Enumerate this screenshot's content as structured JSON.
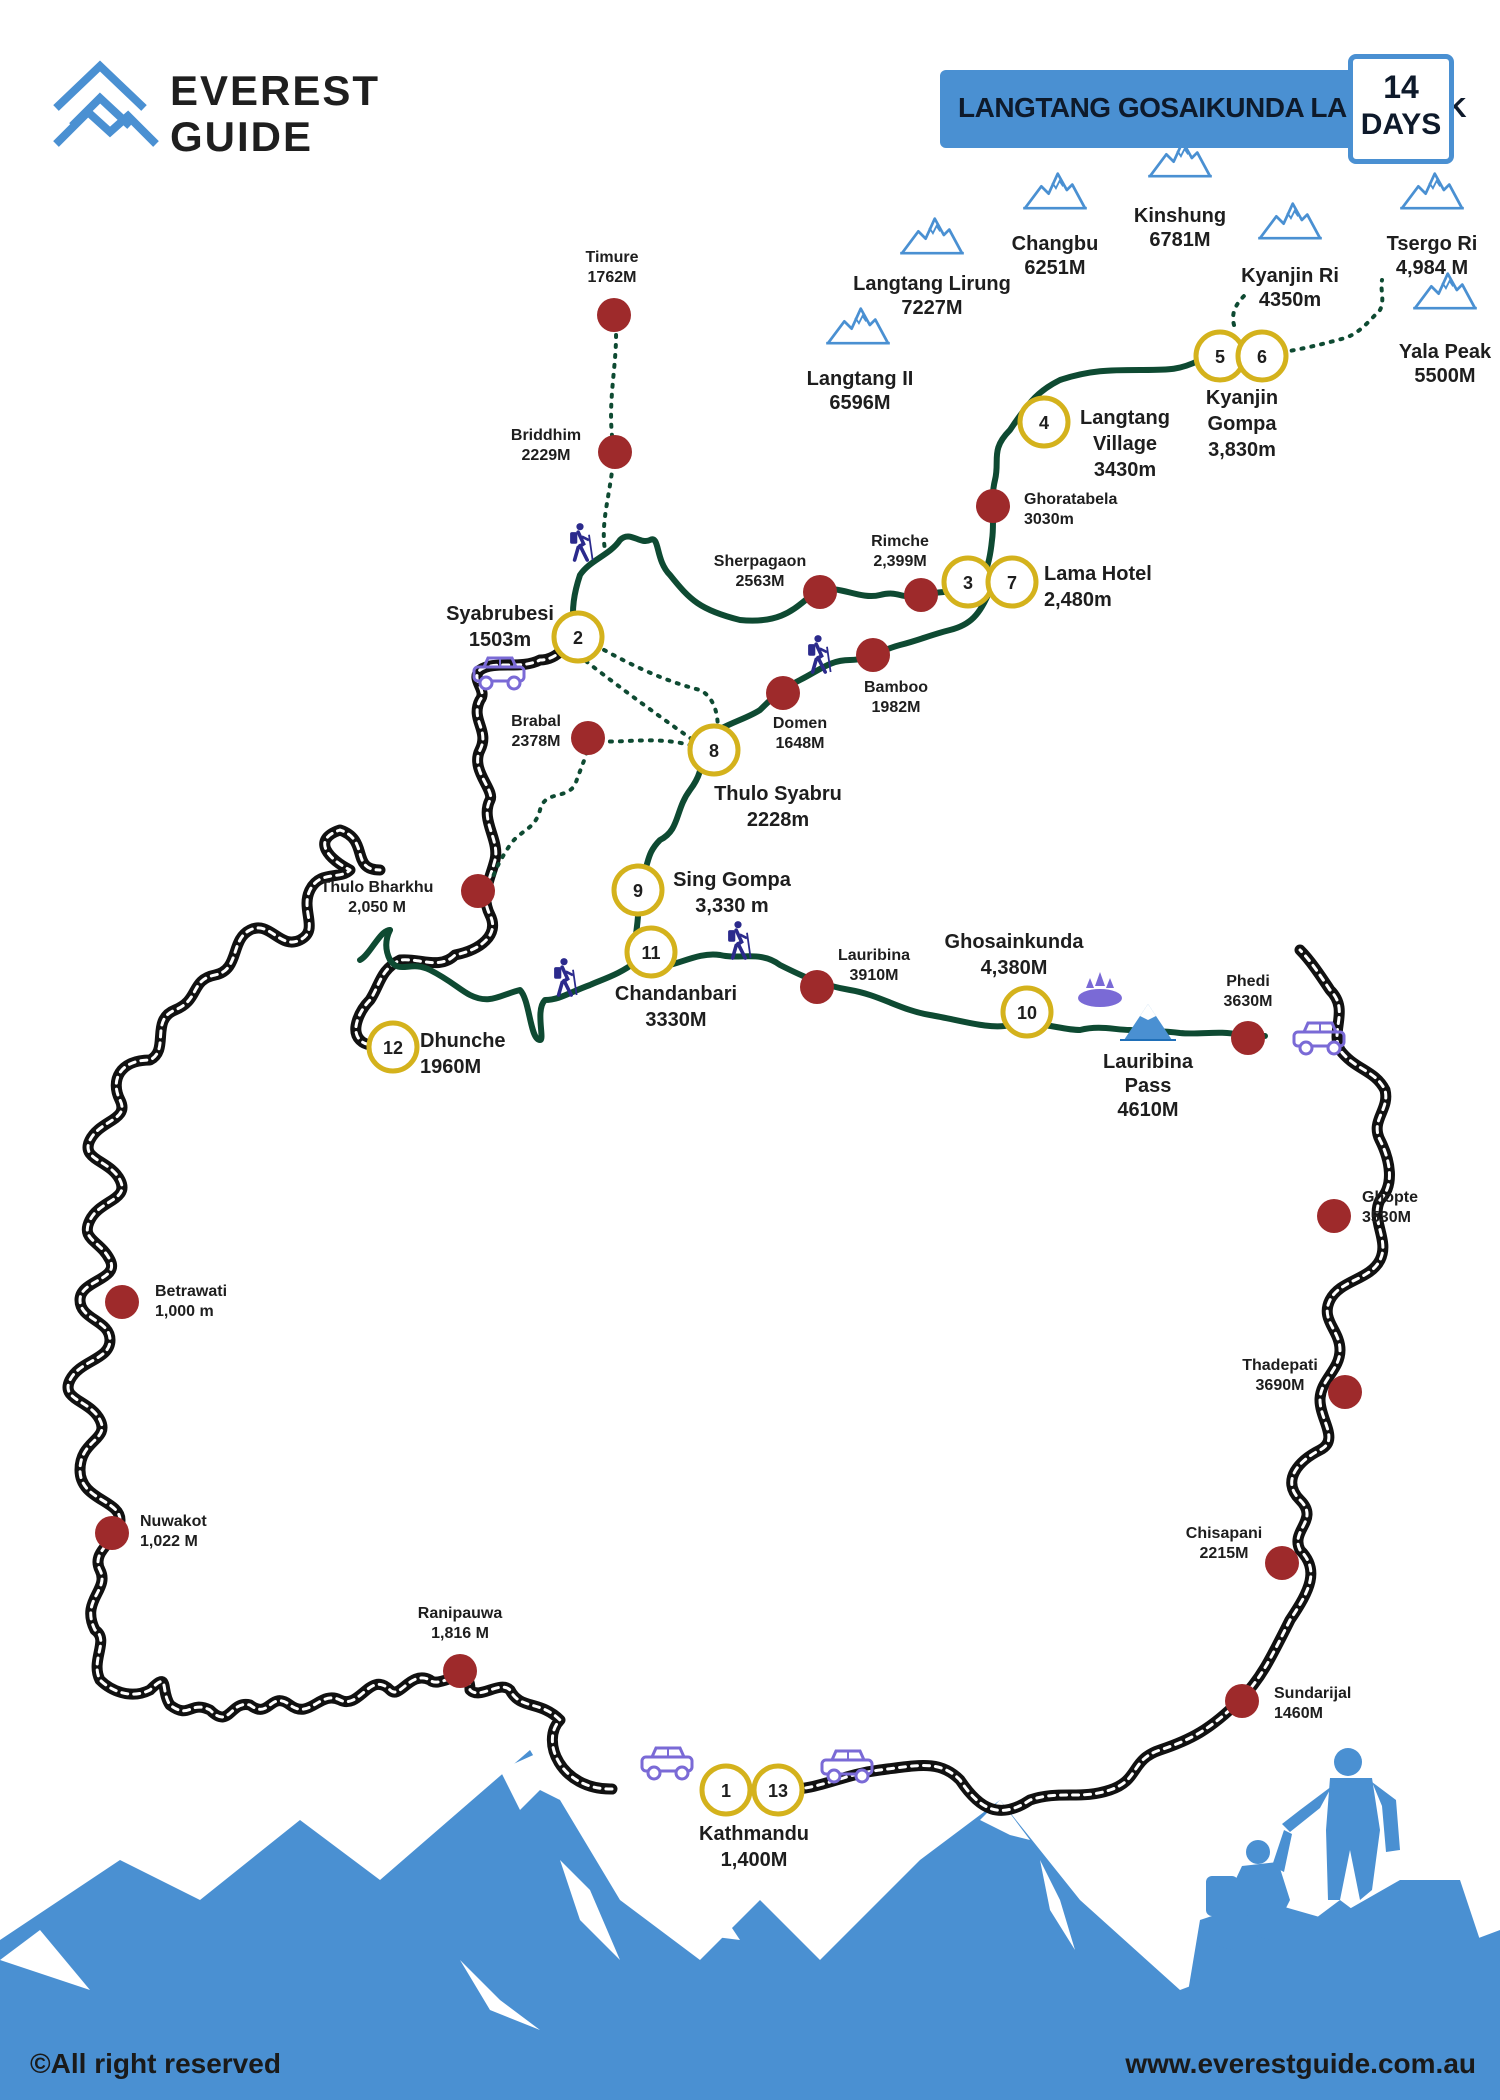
{
  "brand": {
    "line1": "EVEREST",
    "line2": "GUIDE"
  },
  "title": {
    "trek_name": "LANGTANG GOSAIKUNDA LAKE TREK",
    "days_number": "14",
    "days_label": "DAYS"
  },
  "footer": {
    "copyright": "©All right reserved",
    "website": "www.everestguide.com.au"
  },
  "colors": {
    "brand_blue": "#4a90d2",
    "trek_green": "#0e4a32",
    "road_black": "#111111",
    "stop_red": "#9e2a2b",
    "day_ring": "#d4b21c",
    "vehicle_purple": "#7a6ad6",
    "hiker_navy": "#2b2a8c"
  },
  "icons": {
    "vehicle": "jeep-icon",
    "hiker": "hiker-icon",
    "peak": "mountain-peak-icon",
    "lake": "lake-icon",
    "pass": "mountain-pass-icon"
  },
  "peaks": [
    {
      "name": "Kinshung",
      "elev": "6781M"
    },
    {
      "name": "Changbu",
      "elev": "6251M"
    },
    {
      "name": "Langtang Lirung",
      "elev": "7227M"
    },
    {
      "name": "Langtang II",
      "elev": "6596M"
    },
    {
      "name": "Kyanjin Ri",
      "elev": "4350m"
    },
    {
      "name": "Tsergo Ri",
      "elev": "4,984 M"
    },
    {
      "name": "Yala Peak",
      "elev": "5500M"
    }
  ],
  "day_stops": [
    {
      "days": [
        "1",
        "13"
      ],
      "name": "Kathmandu",
      "elev": "1,400M"
    },
    {
      "days": [
        "2"
      ],
      "name": "Syabrubesi",
      "elev": "1503m"
    },
    {
      "days": [
        "3",
        "7"
      ],
      "name": "Lama Hotel",
      "elev": "2,480m"
    },
    {
      "days": [
        "4"
      ],
      "name": "Langtang Village",
      "elev": "3430m"
    },
    {
      "days": [
        "5",
        "6"
      ],
      "name": "Kyanjin Gompa",
      "elev": "3,830m"
    },
    {
      "days": [
        "8"
      ],
      "name": "Thulo Syabru",
      "elev": "2228m"
    },
    {
      "days": [
        "9"
      ],
      "name": "Sing Gompa",
      "elev": "3,330 m"
    },
    {
      "days": [
        "10"
      ],
      "name": "Ghosainkunda",
      "elev": "4,380M"
    },
    {
      "days": [
        "11"
      ],
      "name": "Chandanbari",
      "elev": "3330M"
    },
    {
      "days": [
        "12"
      ],
      "name": "Dhunche",
      "elev": "1960M"
    }
  ],
  "waypoints": [
    {
      "name": "Timure",
      "elev": "1762M"
    },
    {
      "name": "Briddhim",
      "elev": "2229M"
    },
    {
      "name": "Sherpagaon",
      "elev": "2563M"
    },
    {
      "name": "Rimche",
      "elev": "2,399M"
    },
    {
      "name": "Ghoratabela",
      "elev": "3030m"
    },
    {
      "name": "Bamboo",
      "elev": "1982M"
    },
    {
      "name": "Domen",
      "elev": "1648M"
    },
    {
      "name": "Brabal",
      "elev": "2378M"
    },
    {
      "name": "Thulo Bharkhu",
      "elev": "2,050 M"
    },
    {
      "name": "Lauribina",
      "elev": "3910M"
    },
    {
      "name": "Phedi",
      "elev": "3630M"
    },
    {
      "name": "Ghopte",
      "elev": "3530M"
    },
    {
      "name": "Thadepati",
      "elev": "3690M"
    },
    {
      "name": "Chisapani",
      "elev": "2215M"
    },
    {
      "name": "Sundarijal",
      "elev": "1460M"
    },
    {
      "name": "Betrawati",
      "elev": "1,000 m"
    },
    {
      "name": "Nuwakot",
      "elev": "1,022 M"
    },
    {
      "name": "Ranipauwa",
      "elev": "1,816 M"
    }
  ],
  "pass": {
    "name": "Lauribina Pass",
    "elev": "4610M"
  }
}
